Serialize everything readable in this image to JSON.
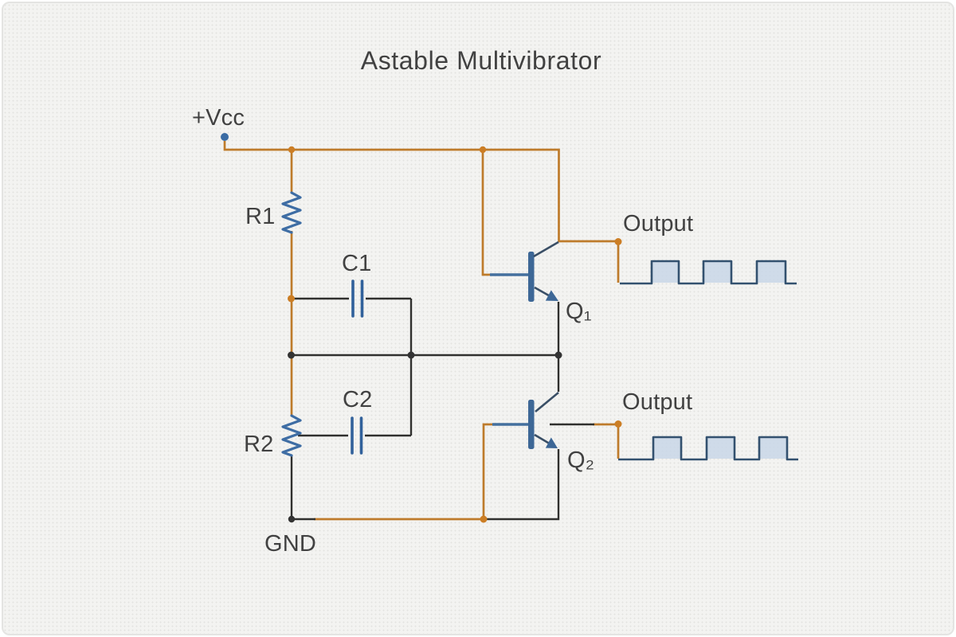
{
  "title": "Astable Multivibrator",
  "labels": {
    "vcc": "+Vcc",
    "gnd": "GND",
    "r1": "R1",
    "r2": "R2",
    "c1": "C1",
    "c2": "C2",
    "q1": "Q₁",
    "q2": "Q₂",
    "output_top": "Output",
    "output_bottom": "Output"
  },
  "components": [
    {
      "id": "R1",
      "type": "resistor"
    },
    {
      "id": "R2",
      "type": "resistor"
    },
    {
      "id": "C1",
      "type": "capacitor"
    },
    {
      "id": "C2",
      "type": "capacitor"
    },
    {
      "id": "Q1",
      "type": "npn-transistor"
    },
    {
      "id": "Q2",
      "type": "npn-transistor"
    }
  ],
  "waveforms": {
    "type": "square-wave",
    "outputs": [
      "Q1 collector output",
      "Q2 collector output"
    ],
    "pulses_per_trace": 3
  },
  "colors": {
    "background": "#f3f3f1",
    "text": "#414141",
    "wire_power": "#be7b2b",
    "wire_signal": "#30302e",
    "base_lead_blue": "#44709e",
    "transistor_lead": "#3a4f66",
    "transistor_fill": "#3d6796",
    "resistor_blue": "#3e6da4",
    "capacitor_blue": "#31619b",
    "waveform_stroke": "#33516f",
    "waveform_fill": "#c8d6e7",
    "junction_orange": "#cc7e25",
    "junction_dark": "#333333",
    "terminal_blue": "#3b6ca4"
  }
}
